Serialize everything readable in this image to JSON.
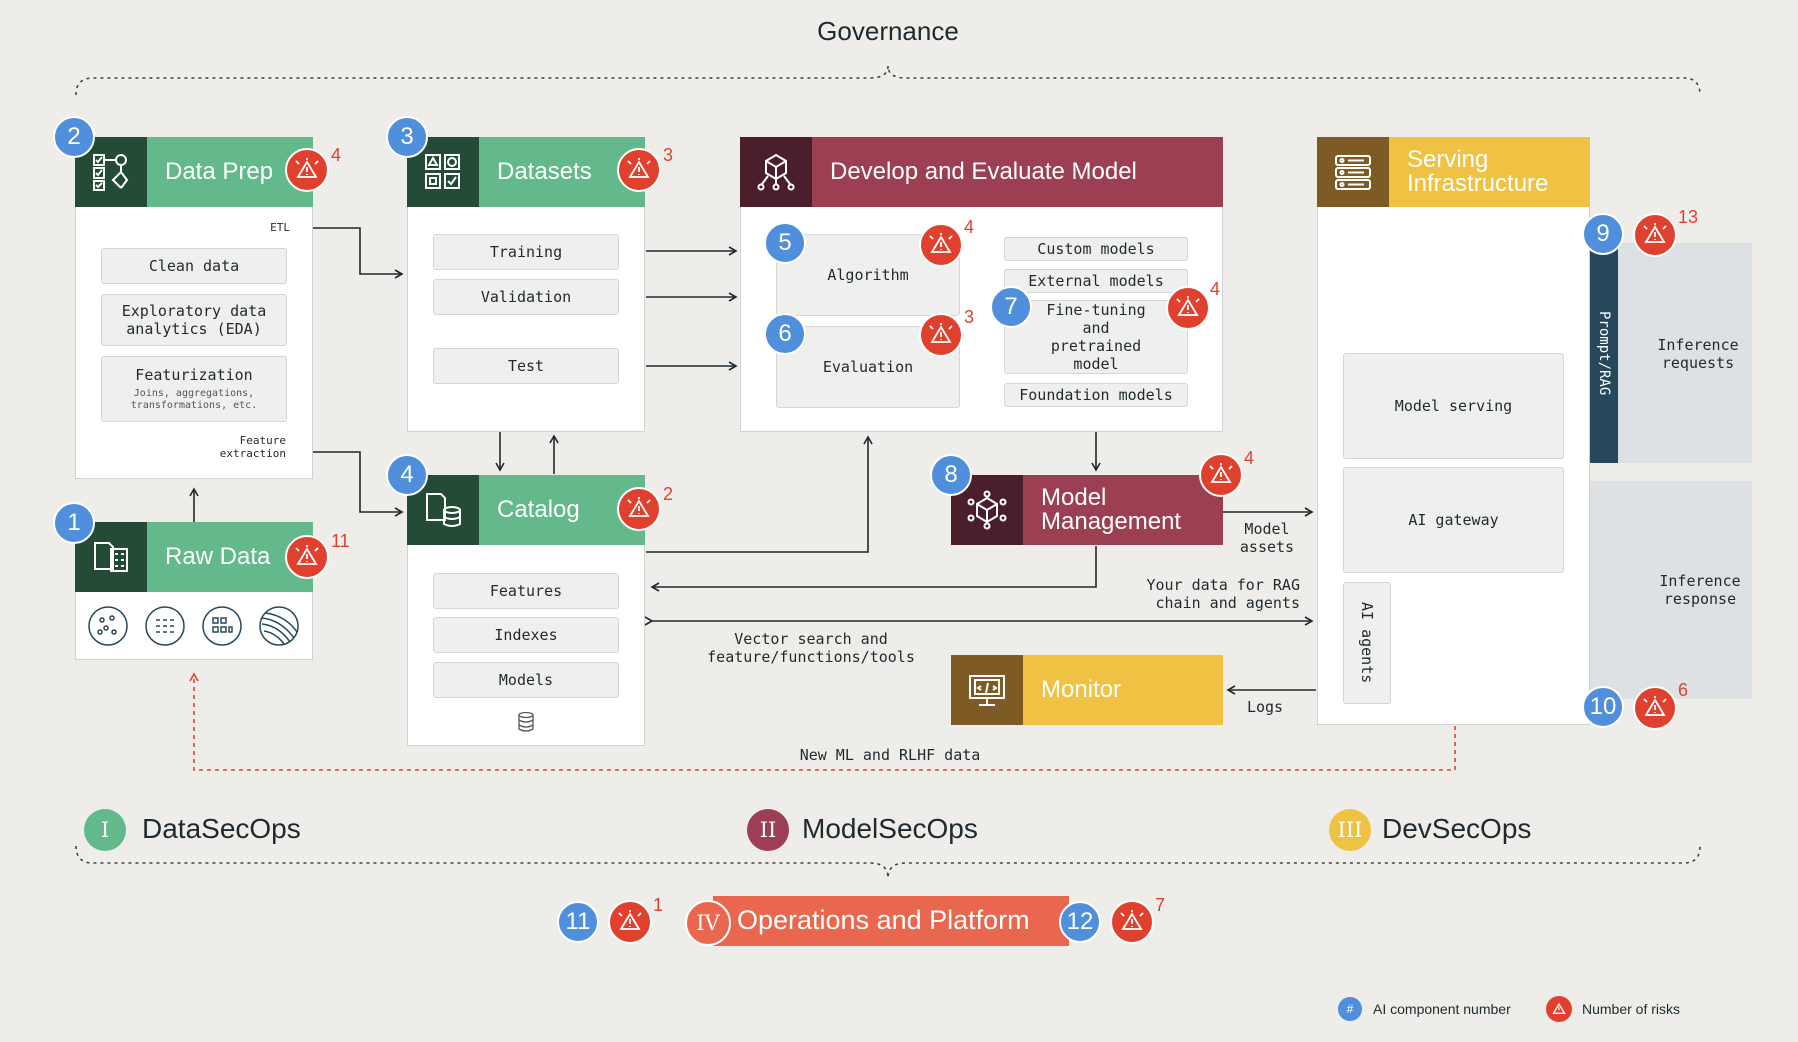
{
  "governance": "Governance",
  "colors": {
    "green": "#63b98b",
    "dark_green": "#234b35",
    "maroon": "#9c3f52",
    "dark_maroon": "#4a1f2b",
    "yellow": "#f0c244",
    "brown": "#7e5b24",
    "blue": "#4f8fdb",
    "red": "#e0412f",
    "navy": "#27485a"
  },
  "data_prep": {
    "number": "2",
    "title": "Data Prep",
    "risks": "4",
    "etl": "ETL",
    "items": [
      "Clean data",
      "Exploratory data analytics (EDA)",
      "Featurization"
    ],
    "featurization_sub": "Joins, aggregations, transformations, etc.",
    "feature_extraction": "Feature extraction",
    "icon": "workflow-icon"
  },
  "raw_data": {
    "number": "1",
    "title": "Raw Data",
    "risks": "11",
    "icon": "data-files-icon"
  },
  "datasets": {
    "number": "3",
    "title": "Datasets",
    "risks": "3",
    "items": [
      "Training",
      "Validation",
      "Test"
    ],
    "icon": "grid-check-icon"
  },
  "catalog": {
    "number": "4",
    "title": "Catalog",
    "risks": "2",
    "items": [
      "Features",
      "Indexes",
      "Models"
    ],
    "icon": "database-icon"
  },
  "develop": {
    "title": "Develop and Evaluate Model",
    "algorithm": {
      "number": "5",
      "label": "Algorithm",
      "risks": "4"
    },
    "evaluation": {
      "number": "6",
      "label": "Evaluation",
      "risks": "3"
    },
    "custom_models": "Custom models",
    "external_models": "External models",
    "finetuning": {
      "number": "7",
      "label": "Fine-tuning and pretrained model",
      "risks": "4"
    },
    "foundation_models": "Foundation models",
    "icon": "model-network-icon"
  },
  "model_management": {
    "number": "8",
    "title": "Model Management",
    "risks": "4",
    "icon": "cube-network-icon"
  },
  "serving": {
    "title": "Serving Infrastructure",
    "model_serving": "Model serving",
    "ai_gateway": "AI gateway",
    "ai_agents": "AI agents",
    "icon": "server-rack-icon"
  },
  "prompt_rag": {
    "number": "9",
    "label": "Prompt/RAG",
    "risks": "13"
  },
  "inference_requests": "Inference requests",
  "inference_response": "Inference response",
  "inference_response_badge": {
    "number": "10",
    "risks": "6"
  },
  "monitor": {
    "title": "Monitor",
    "icon": "monitor-screen-icon"
  },
  "flow_labels": {
    "model_assets": "Model assets",
    "rag_data": "Your data for RAG chain and agents",
    "vector_search": "Vector search and feature/functions/tools",
    "logs": "Logs",
    "new_ml": "New ML and RLHF data"
  },
  "ops": {
    "datasecops": {
      "roman": "I",
      "label": "DataSecOps"
    },
    "modelsecops": {
      "roman": "II",
      "label": "ModelSecOps"
    },
    "devsecops": {
      "roman": "III",
      "label": "DevSecOps"
    },
    "platform": {
      "roman": "IV",
      "label": "Operations and Platform"
    }
  },
  "platform_badges": {
    "left": {
      "number": "11",
      "risks": "1"
    },
    "right": {
      "number": "12",
      "risks": "7"
    }
  },
  "legend": {
    "component_symbol": "#",
    "component": "AI component number",
    "risks": "Number of risks"
  }
}
